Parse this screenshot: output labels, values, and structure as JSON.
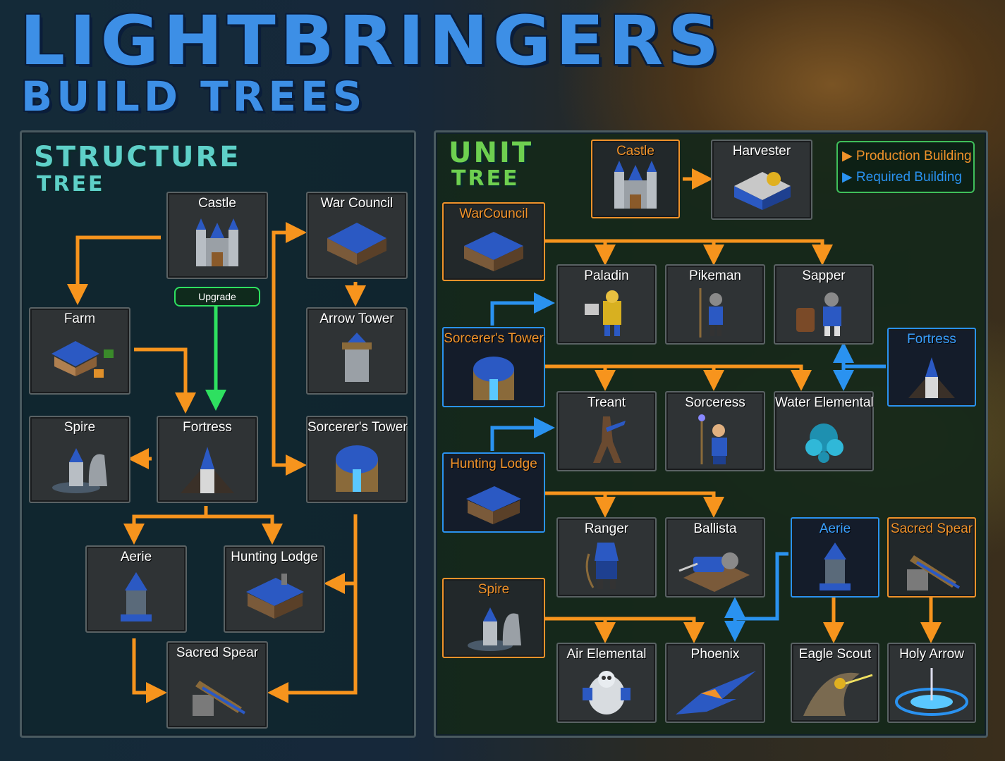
{
  "title": "LIGHTBRINGERS",
  "subtitle": "BUILD TREES",
  "structure_tree": {
    "title_line1": "STRUCTURE",
    "title_line2": "TREE",
    "upgrade_label": "Upgrade",
    "cards": {
      "castle": "Castle",
      "war_council": "War Council",
      "farm": "Farm",
      "arrow_tower": "Arrow Tower",
      "spire": "Spire",
      "fortress": "Fortress",
      "sorcerers_tower": "Sorcerer's Tower",
      "aerie": "Aerie",
      "hunting_lodge": "Hunting Lodge",
      "sacred_spear": "Sacred Spear"
    }
  },
  "unit_tree": {
    "title_line1": "UNIT",
    "title_line2": "TREE",
    "legend": {
      "production": "Production Building",
      "required": "Required Building",
      "production_color": "#f0922a",
      "required_color": "#2a92f0"
    },
    "cards": {
      "castle": "Castle",
      "harvester": "Harvester",
      "warcouncil": "WarCouncil",
      "paladin": "Paladin",
      "pikeman": "Pikeman",
      "sapper": "Sapper",
      "sorcerers_tower": "Sorcerer's Tower",
      "fortress": "Fortress",
      "treant": "Treant",
      "sorceress": "Sorceress",
      "water_elemental": "Water Elemental",
      "hunting_lodge": "Hunting Lodge",
      "ranger": "Ranger",
      "ballista": "Ballista",
      "aerie": "Aerie",
      "sacred_spear": "Sacred Spear",
      "spire": "Spire",
      "air_elemental": "Air Elemental",
      "phoenix": "Phoenix",
      "eagle_scout": "Eagle Scout",
      "holy_arrow": "Holy Arrow"
    }
  },
  "colors": {
    "orange_arrow": "#f7941d",
    "blue_arrow": "#2a92f0",
    "green_arrow": "#2ee060",
    "title_blue": "#3d8fe6",
    "structure_title": "#5ed0c8",
    "unit_title": "#6ed050"
  }
}
